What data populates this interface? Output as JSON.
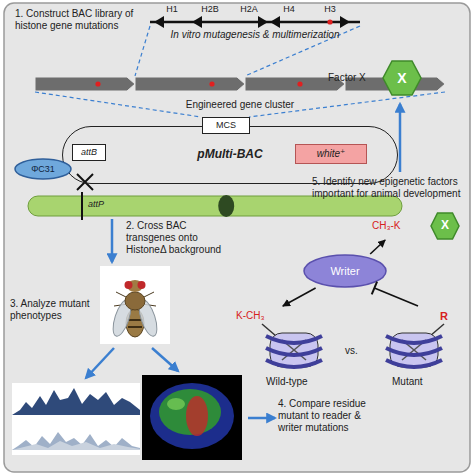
{
  "diagram": {
    "nodes": [
      {
        "text": [
          "X"
        ]
      },
      {
        "text": [
          "pMulti-BAC"
        ]
      },
      {
        "text": [
          "MCS"
        ],
        "in": 1
      },
      {
        "text": [
          "attB"
        ],
        "in": 1
      },
      {
        "text": [
          "white⁺"
        ],
        "in": 1
      },
      {
        "text": [
          "ΦC31"
        ]
      },
      {
        "text": [
          "attP"
        ]
      },
      {
        "text": [
          "CH₃-K",
          "X"
        ]
      },
      {
        "text": [
          "Writer"
        ]
      },
      {
        "text": [
          "K-CH₃",
          "Wild-type"
        ]
      },
      {
        "text": [
          "R",
          "Mutant"
        ]
      }
    ],
    "edges": [
      {
        "from": 8,
        "to": 7,
        "arrow": "to"
      },
      {
        "from": 8,
        "to": 9,
        "arrow": "to"
      },
      {
        "from": 8,
        "to": 10,
        "arrow": "none"
      }
    ],
    "labels": [
      "1. Construct BAC library of histone gene mutations",
      "H1",
      "H2B",
      "H2A",
      "H4",
      "H3",
      "In vitro mutagenesis & multimerization",
      "Engineered gene cluster",
      "Factor X",
      "2. Cross BAC transgenes onto HistoneΔ background",
      "5. Identify new epigenetic factors important for animal development",
      "3. Analyze mutant phenotypes",
      "vs.",
      "4. Compare residue mutant to reader & writer mutations"
    ]
  }
}
